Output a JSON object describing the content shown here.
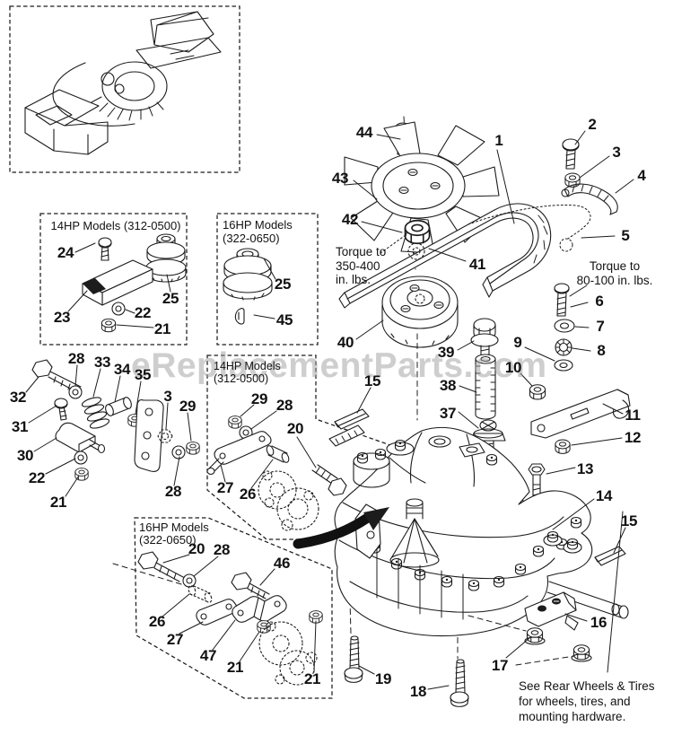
{
  "watermark": "eReplacementParts.com",
  "titles": {
    "box14_top": "14HP Models (312-0500)",
    "box16_top_1": "16HP Models",
    "box16_top_2": "(322-0650)",
    "box14_mid_1": "14HP Models",
    "box14_mid_2": "(312-0500)",
    "box16_bot_1": "16HP Models",
    "box16_bot_2": "(322-0650)"
  },
  "notes": {
    "torque_fan_line1": "Torque to",
    "torque_fan_line2": "350-400",
    "torque_fan_line3": "in. lbs.",
    "torque_bolt_line1": "Torque to",
    "torque_bolt_line2": "80-100 in. lbs.",
    "rear_line1": "See Rear Wheels & Tires",
    "rear_line2": "for wheels, tires, and",
    "rear_line3": "mounting hardware."
  },
  "parts": {
    "p1": "1",
    "p2": "2",
    "p3": "3",
    "p4": "4",
    "p5": "5",
    "p6": "6",
    "p7": "7",
    "p8": "8",
    "p9": "9",
    "p10": "10",
    "p11": "11",
    "p12": "12",
    "p13": "13",
    "p14": "14",
    "p15": "15",
    "p16": "16",
    "p17": "17",
    "p18": "18",
    "p19": "19",
    "p20": "20",
    "p21": "21",
    "p22": "22",
    "p23": "23",
    "p24": "24",
    "p25": "25",
    "p26": "26",
    "p27": "27",
    "p28": "28",
    "p29": "29",
    "p30": "30",
    "p31": "31",
    "p32": "32",
    "p33": "33",
    "p34": "34",
    "p35": "35",
    "p37": "37",
    "p38": "38",
    "p39": "39",
    "p40": "40",
    "p41": "41",
    "p42": "42",
    "p43": "43",
    "p44": "44",
    "p45": "45",
    "p46": "46",
    "p47": "47"
  },
  "colors": {
    "ink": "#1c1c1c",
    "watermark_gray": "#9e9e9e"
  }
}
